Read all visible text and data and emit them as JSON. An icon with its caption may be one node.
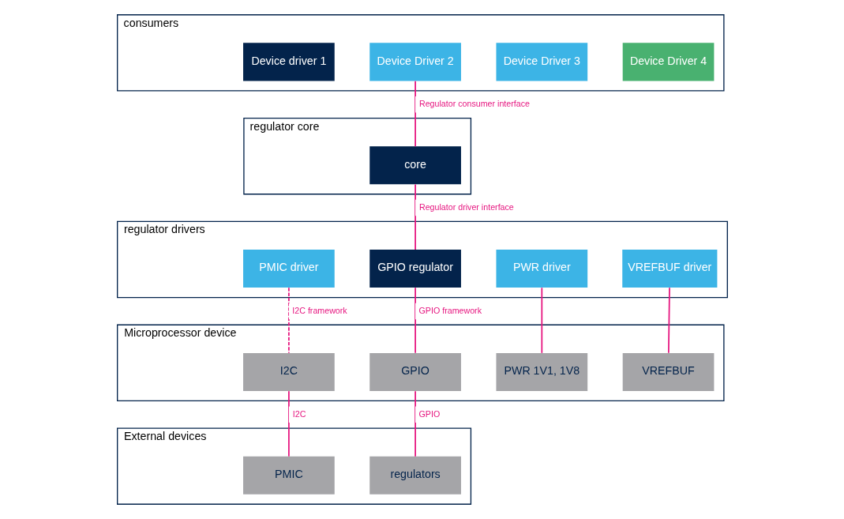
{
  "diagram": {
    "nodes": [
      {
        "text": [
          "consumers"
        ]
      },
      {
        "text": [
          "Device driver 1"
        ],
        "in": 0
      },
      {
        "text": [
          "Device Driver 2"
        ],
        "in": 0
      },
      {
        "text": [
          "Device Driver 3"
        ],
        "in": 0
      },
      {
        "text": [
          "Device Driver 4"
        ],
        "in": 0
      },
      {
        "text": [
          "regulator core"
        ]
      },
      {
        "text": [
          "core"
        ],
        "in": 5
      },
      {
        "text": [
          "regulator drivers"
        ]
      },
      {
        "text": [
          "PMIC driver"
        ],
        "in": 7
      },
      {
        "text": [
          "GPIO regulator"
        ],
        "in": 7
      },
      {
        "text": [
          "PWR driver"
        ],
        "in": 7
      },
      {
        "text": [
          "VREFBUF driver"
        ],
        "in": 7
      },
      {
        "text": [
          "Microprocessor device"
        ]
      },
      {
        "text": [
          "I2C"
        ],
        "in": 12
      },
      {
        "text": [
          "GPIO"
        ],
        "in": 12
      },
      {
        "text": [
          "PWR 1V1, 1V8"
        ],
        "in": 12
      },
      {
        "text": [
          "VREFBUF"
        ],
        "in": 12
      },
      {
        "text": [
          "External devices"
        ]
      },
      {
        "text": [
          "PMIC"
        ],
        "in": 17
      },
      {
        "text": [
          "regulators"
        ],
        "in": 17
      }
    ],
    "edges": [
      {
        "from": 2,
        "to": 6,
        "arrow": "none",
        "label": "Regulator consumer interface"
      },
      {
        "from": 6,
        "to": 9,
        "arrow": "none",
        "label": "Regulator driver interface"
      },
      {
        "from": 8,
        "to": 13,
        "arrow": "none",
        "label": "I2C framework",
        "style": "dashed"
      },
      {
        "from": 9,
        "to": 14,
        "arrow": "none",
        "label": "GPIO framework"
      },
      {
        "from": 10,
        "to": 15,
        "arrow": "none"
      },
      {
        "from": 11,
        "to": 16,
        "arrow": "none"
      },
      {
        "from": 13,
        "to": 18,
        "arrow": "none",
        "label": "I2C"
      },
      {
        "from": 14,
        "to": 19,
        "arrow": "none",
        "label": "GPIO"
      }
    ]
  }
}
